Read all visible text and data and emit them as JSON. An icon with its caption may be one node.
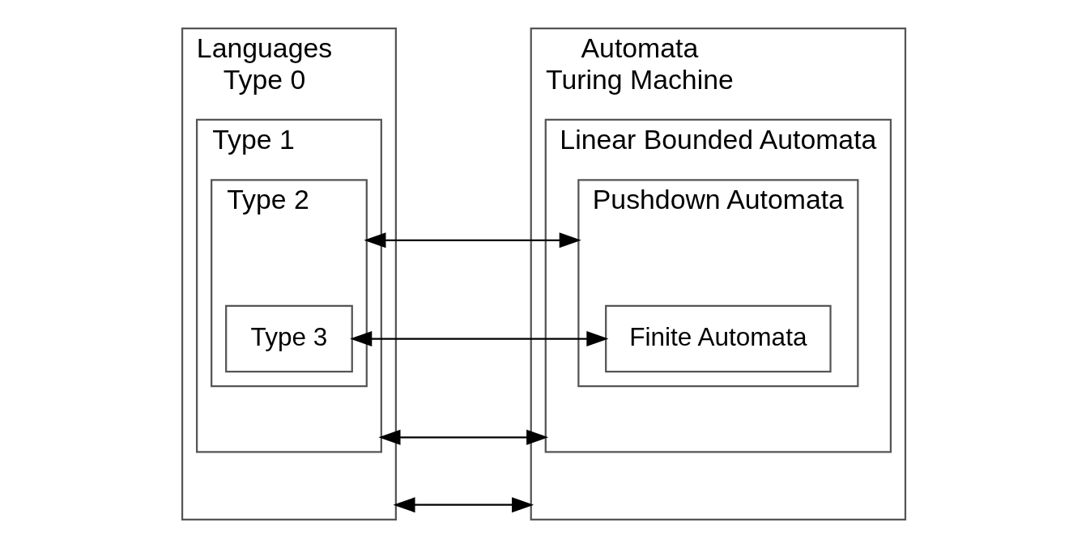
{
  "diagram": {
    "nodes": [
      {
        "text": [
          "Languages",
          "Type 0"
        ]
      },
      {
        "text": [
          "Type 1"
        ],
        "in": 0
      },
      {
        "text": [
          "Type 2"
        ],
        "in": 1
      },
      {
        "text": [
          "Type 3"
        ],
        "in": 2
      },
      {
        "text": [
          "Automata",
          "Turing Machine"
        ]
      },
      {
        "text": [
          "Linear Bounded Automata"
        ],
        "in": 4
      },
      {
        "text": [
          "Pushdown Automata"
        ],
        "in": 5
      },
      {
        "text": [
          "Finite Automata"
        ],
        "in": 6
      }
    ],
    "edges": [
      {
        "from": 0,
        "to": 4,
        "arrow": "both"
      },
      {
        "from": 1,
        "to": 5,
        "arrow": "both"
      },
      {
        "from": 2,
        "to": 6,
        "arrow": "both"
      },
      {
        "from": 3,
        "to": 7,
        "arrow": "both"
      }
    ]
  }
}
